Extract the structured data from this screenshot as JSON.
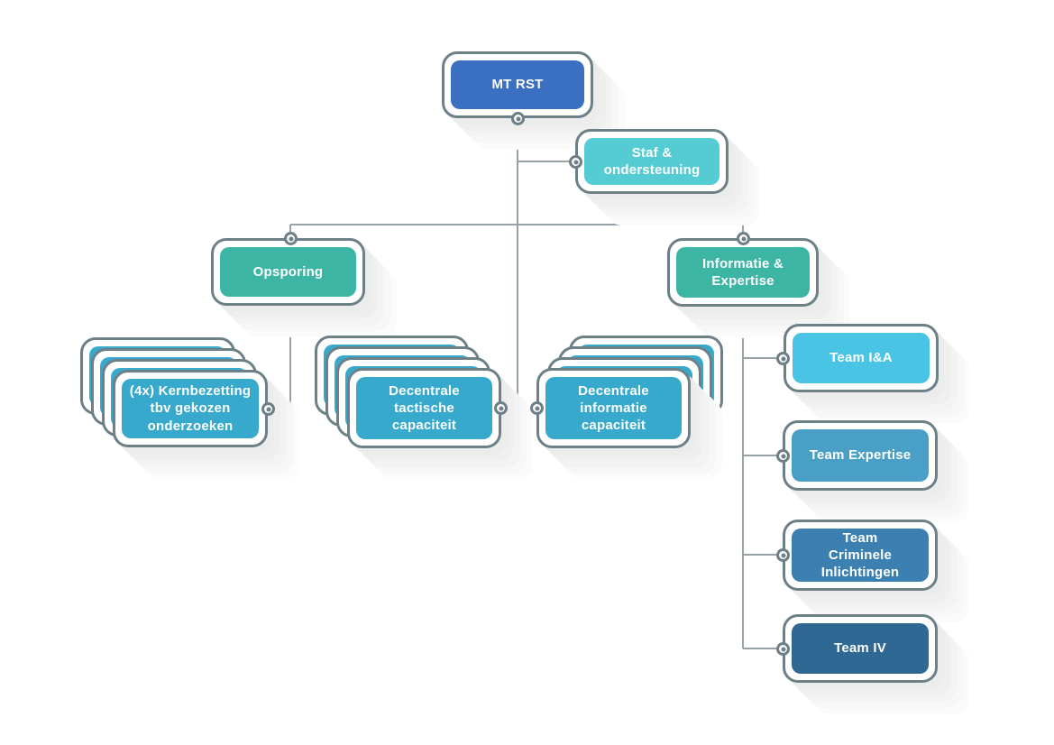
{
  "diagram": {
    "type": "org-chart",
    "nodes": {
      "mt_rst": {
        "label": "MT RST",
        "color": "#3a6fc2"
      },
      "staf_ondersteuning": {
        "label": "Staf & ondersteuning",
        "color": "#55ccd3"
      },
      "opsporing": {
        "label": "Opsporing",
        "color": "#3db5a5"
      },
      "informatie_expertise": {
        "label": "Informatie & Expertise",
        "color": "#3db5a5"
      },
      "kernbezetting": {
        "label": "(4x) Kernbezetting tbv gekozen onderzoeken",
        "color": "#36a9cc",
        "stack_count": 4
      },
      "decentrale_tactische": {
        "label": "Decentrale tactische capaciteit",
        "color": "#36a9cc",
        "stack_count": 4
      },
      "decentrale_informatie": {
        "label": "Decentrale informatie capaciteit",
        "color": "#36a9cc",
        "stack_count": 4
      },
      "team_ia": {
        "label": "Team I&A",
        "color": "#49c4e5"
      },
      "team_expertise": {
        "label": "Team Expertise",
        "color": "#4a9fc7"
      },
      "team_criminele_inlichtingen": {
        "label": "Team Criminele Inlichtingen",
        "color": "#3c80b2"
      },
      "team_iv": {
        "label": "Team IV",
        "color": "#2f6893"
      }
    },
    "style": {
      "background": "#ffffff",
      "box_border_color": "#6d7f87",
      "line_color": "#97a2a7",
      "shadow_color": "#ebecec",
      "text_color": "#ffffff"
    }
  }
}
